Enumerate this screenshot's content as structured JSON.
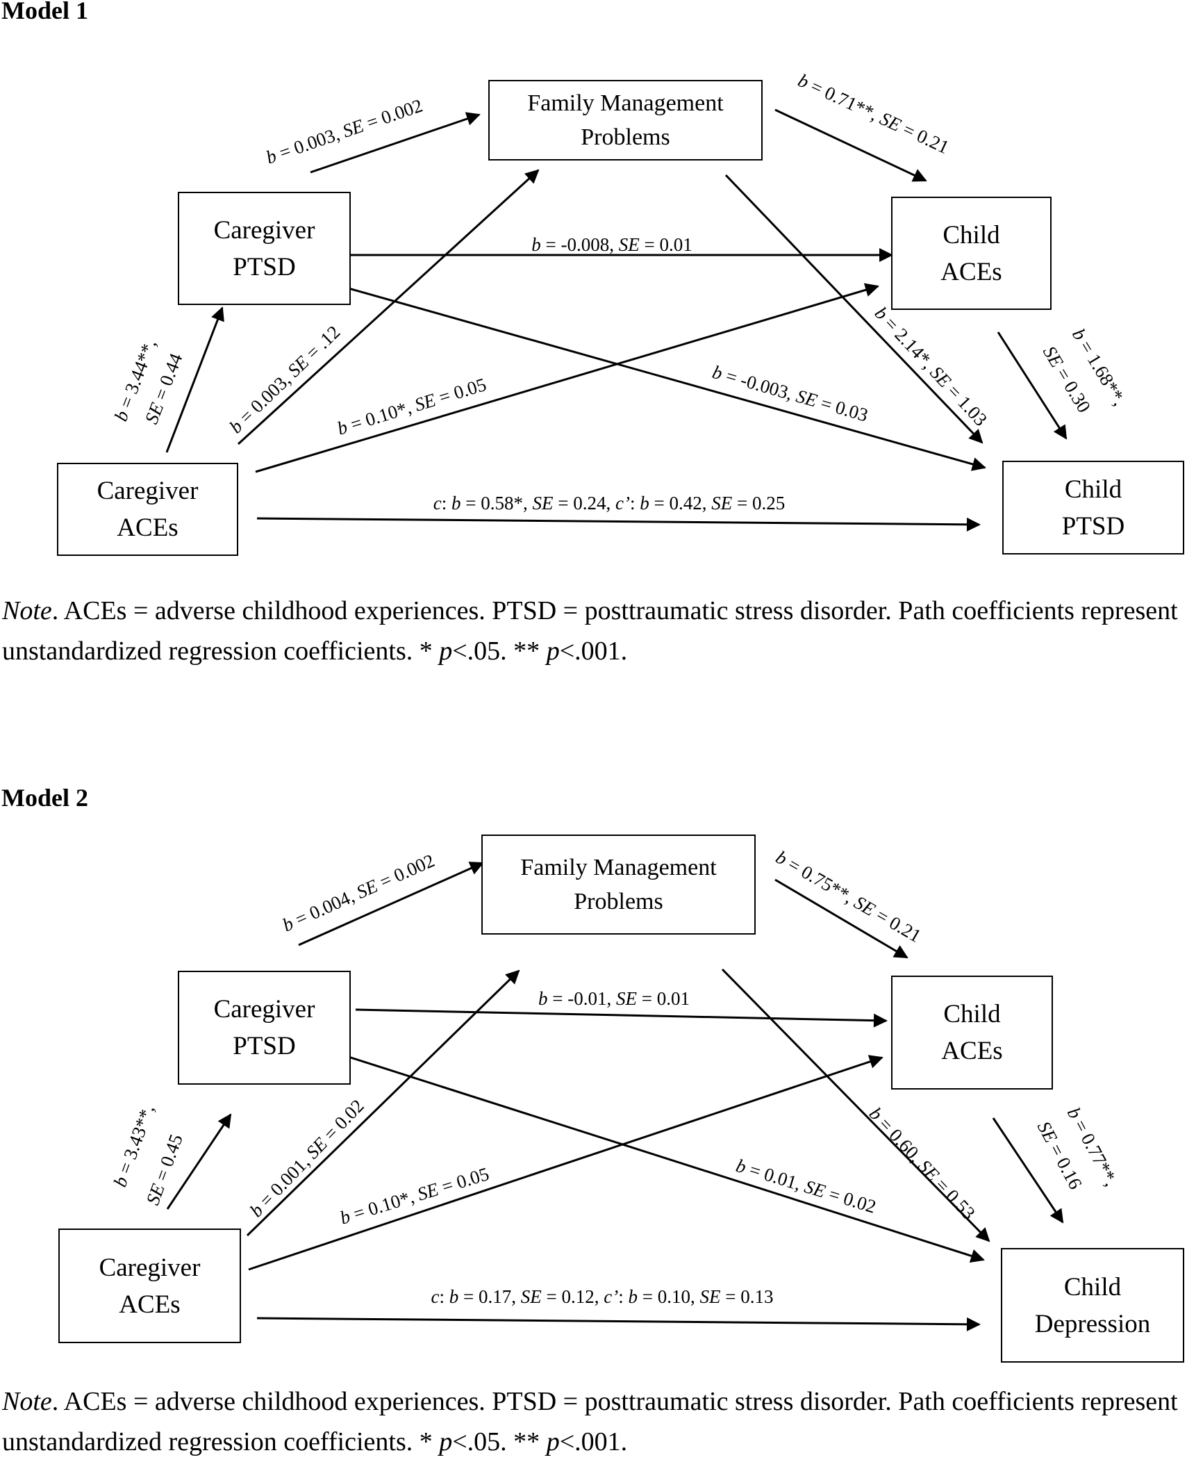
{
  "models": [
    {
      "title": "Model 1",
      "nodes": {
        "fmp": {
          "line1": "Family Management",
          "line2": "Problems"
        },
        "cg_ptsd": {
          "line1": "Caregiver",
          "line2": "PTSD"
        },
        "child_aces": {
          "line1": "Child",
          "line2": "ACEs"
        },
        "cg_aces": {
          "line1": "Caregiver",
          "line2": "ACEs"
        },
        "outcome": {
          "line1": "Child",
          "line2": "PTSD"
        }
      },
      "paths": [
        {
          "from": "cg_ptsd",
          "to": "fmp",
          "b": "0.003",
          "se": "0.002"
        },
        {
          "from": "fmp",
          "to": "child_aces",
          "b": "0.71**",
          "se": "0.21"
        },
        {
          "from": "cg_ptsd",
          "to": "child_aces",
          "b": "-0.008",
          "se": "0.01"
        },
        {
          "from": "cg_aces",
          "to": "cg_ptsd",
          "b": "3.44**",
          "se": "0.44"
        },
        {
          "from": "cg_aces",
          "to": "fmp",
          "b": "0.003",
          "se": ".12"
        },
        {
          "from": "cg_aces",
          "to": "child_aces",
          "b": "0.10*",
          "se": "0.05"
        },
        {
          "from": "cg_ptsd",
          "to": "outcome",
          "b": "-0.003",
          "se": "0.03"
        },
        {
          "from": "fmp",
          "to": "outcome",
          "b": "2.14*",
          "se": "1.03"
        },
        {
          "from": "child_aces",
          "to": "outcome",
          "b": "1.68**",
          "se": "0.30"
        },
        {
          "from": "cg_aces",
          "to": "outcome",
          "c_b": "0.58*",
          "c_se": "0.24",
          "cp_b": "0.42",
          "cp_se": "0.25"
        }
      ],
      "note": {
        "italic": "Note",
        "text1": ". ACEs = adverse childhood experiences. PTSD = posttraumatic stress disorder. Path coefficients represent unstandardized regression coefficients.  * ",
        "p1": "p",
        "text2": "<.05. ** ",
        "p2": "p",
        "text3": "<.001."
      }
    },
    {
      "title": "Model 2",
      "nodes": {
        "fmp": {
          "line1": "Family Management",
          "line2": "Problems"
        },
        "cg_ptsd": {
          "line1": "Caregiver",
          "line2": "PTSD"
        },
        "child_aces": {
          "line1": "Child",
          "line2": "ACEs"
        },
        "cg_aces": {
          "line1": "Caregiver",
          "line2": "ACEs"
        },
        "outcome": {
          "line1": "Child",
          "line2": "Depression"
        }
      },
      "paths": [
        {
          "from": "cg_ptsd",
          "to": "fmp",
          "b": "0.004",
          "se": "0.002"
        },
        {
          "from": "fmp",
          "to": "child_aces",
          "b": "0.75**",
          "se": "0.21"
        },
        {
          "from": "cg_ptsd",
          "to": "child_aces",
          "b": "-0.01",
          "se": "0.01"
        },
        {
          "from": "cg_aces",
          "to": "cg_ptsd",
          "b": "3.43**",
          "se": "0.45"
        },
        {
          "from": "cg_aces",
          "to": "fmp",
          "b": "0.001",
          "se": "0.02"
        },
        {
          "from": "cg_aces",
          "to": "child_aces",
          "b": "0.10*",
          "se": "0.05"
        },
        {
          "from": "cg_ptsd",
          "to": "outcome",
          "b": "0.01",
          "se": "0.02"
        },
        {
          "from": "fmp",
          "to": "outcome",
          "b": "0.60",
          "se": "0.53"
        },
        {
          "from": "child_aces",
          "to": "outcome",
          "b": "0.77**",
          "se": "0.16"
        },
        {
          "from": "cg_aces",
          "to": "outcome",
          "c_b": "0.17",
          "c_se": "0.12",
          "cp_b": "0.10",
          "cp_se": "0.13"
        }
      ],
      "note": {
        "italic": "Note",
        "text1": ". ACEs = adverse childhood experiences. PTSD = posttraumatic stress disorder. Path coefficients represent unstandardized regression coefficients. * ",
        "p1": "p",
        "text2": "<.05. ** ",
        "p2": "p",
        "text3": "<.001."
      }
    }
  ]
}
